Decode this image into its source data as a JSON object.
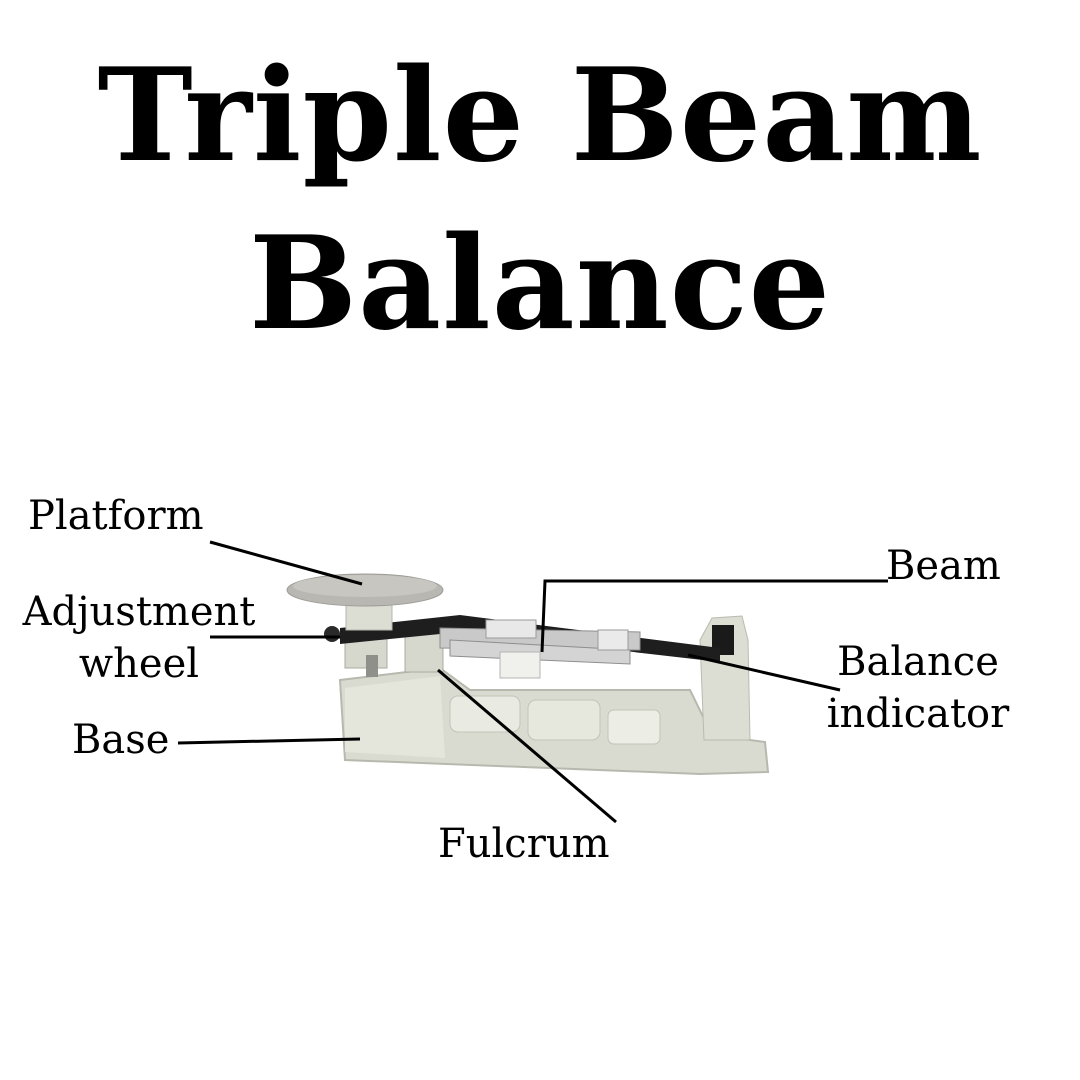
{
  "title": {
    "line1": "Triple Beam",
    "line2": "Balance"
  },
  "labels": {
    "platform": "Platform",
    "adjustment_line1": "Adjustment",
    "adjustment_line2": "wheel",
    "base": "Base",
    "beam": "Beam",
    "balance_line1": "Balance",
    "balance_line2": "indicator",
    "fulcrum": "Fulcrum"
  },
  "colors": {
    "text": "#000000",
    "base": "#d9dbd0",
    "platform": "#b9b7b2",
    "beam_metal": "#c9c9c9",
    "beam_dark": "#1e1e1e"
  }
}
